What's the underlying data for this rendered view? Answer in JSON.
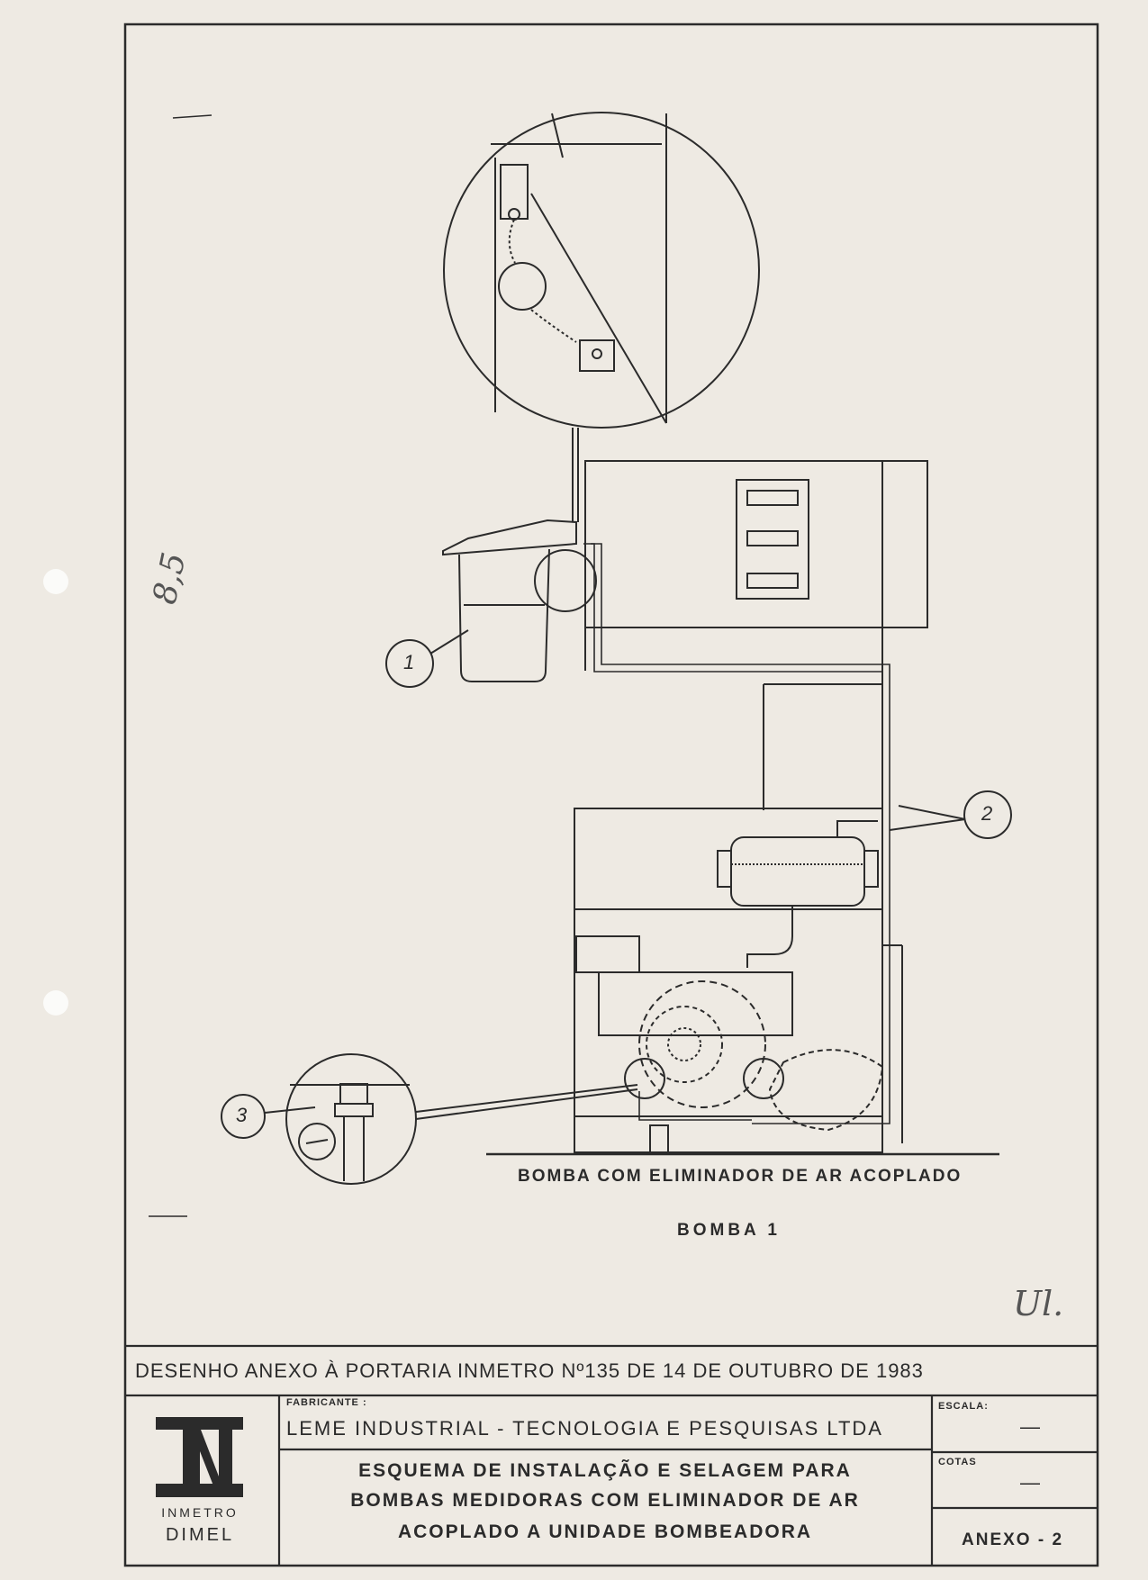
{
  "drawing": {
    "caption": "BOMBA COM ELIMINADOR DE AR ACOPLADO",
    "subcaption": "BOMBA 1",
    "callouts": [
      "1",
      "2",
      "3"
    ],
    "handwritten_margin": "8,5",
    "handwritten_initials": "Ul."
  },
  "title_block": {
    "header": "DESENHO ANEXO À PORTARIA INMETRO Nº135 DE 14  DE OUTUBRO  DE 1983",
    "fabricante_label": "FABRICANTE :",
    "fabricante": "LEME  INDUSTRIAL - TECNOLOGIA  E  PESQUISAS  LTDA",
    "title_lines": [
      "ESQUEMA  DE  INSTALAÇÃO  E  SELAGEM  PARA",
      "BOMBAS  MEDIDORAS  COM  ELIMINADOR  DE  AR",
      "ACOPLADO  A  UNIDADE  BOMBEADORA"
    ],
    "escala_label": "ESCALA:",
    "escala_value": "—",
    "cotas_label": "COTAS",
    "cotas_value": "—",
    "anexo": "ANEXO - 2",
    "logo_line1": "INMETRO",
    "logo_line2": "DIMEL"
  }
}
